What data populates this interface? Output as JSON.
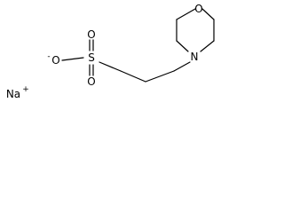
{
  "molecule": {
    "atoms": {
      "ring_oxygen": "O",
      "ring_nitrogen": "N",
      "sulfur": "S",
      "oxygen_top": "O",
      "oxygen_bottom": "O",
      "oxygen_anion": "O",
      "sodium": "Na"
    },
    "charges": {
      "oxygen_anion": "-",
      "sodium": "+"
    }
  }
}
